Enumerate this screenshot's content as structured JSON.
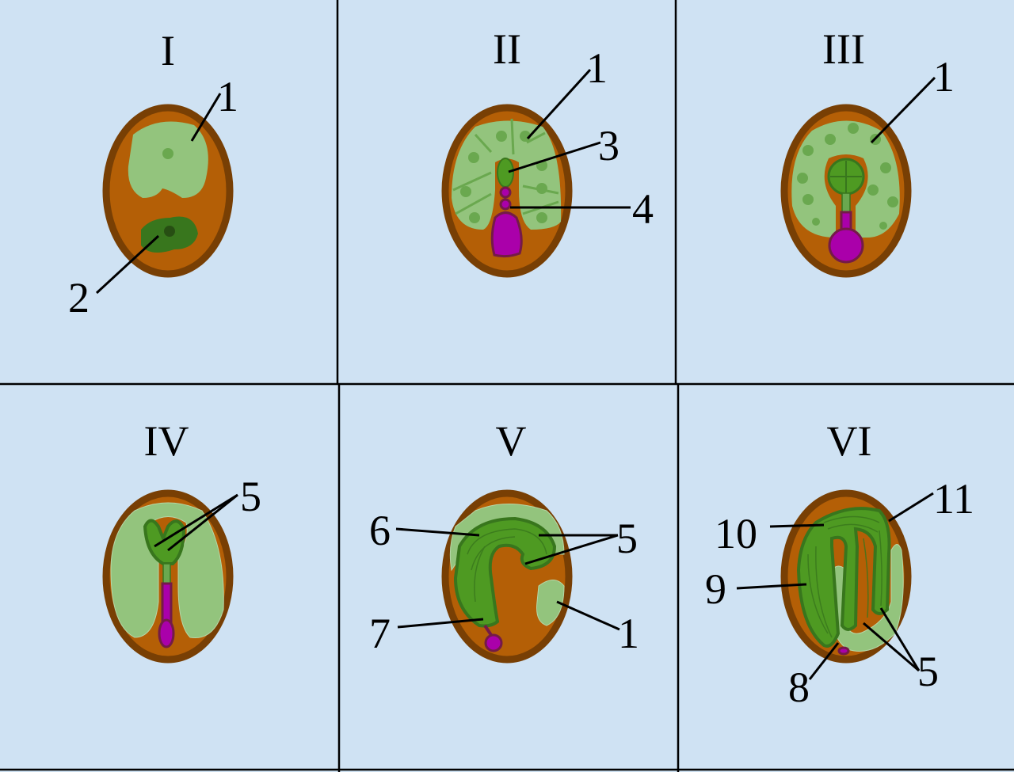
{
  "panels": [
    {
      "title": "I",
      "labels": [
        "1",
        "2"
      ]
    },
    {
      "title": "II",
      "labels": [
        "1",
        "3",
        "4"
      ]
    },
    {
      "title": "III",
      "labels": [
        "1"
      ]
    },
    {
      "title": "IV",
      "labels": [
        "5"
      ]
    },
    {
      "title": "V",
      "labels": [
        "6",
        "5",
        "7",
        "1"
      ]
    },
    {
      "title": "VI",
      "labels": [
        "10",
        "11",
        "9",
        "8",
        "5"
      ]
    }
  ],
  "colors": {
    "background": "#cfe2f3",
    "seed_coat": "#783f04",
    "seed_interior": "#b45f06",
    "endosperm": "#93c47d",
    "embryo": "#4e9a22",
    "suspensor": "#aa00aa"
  }
}
